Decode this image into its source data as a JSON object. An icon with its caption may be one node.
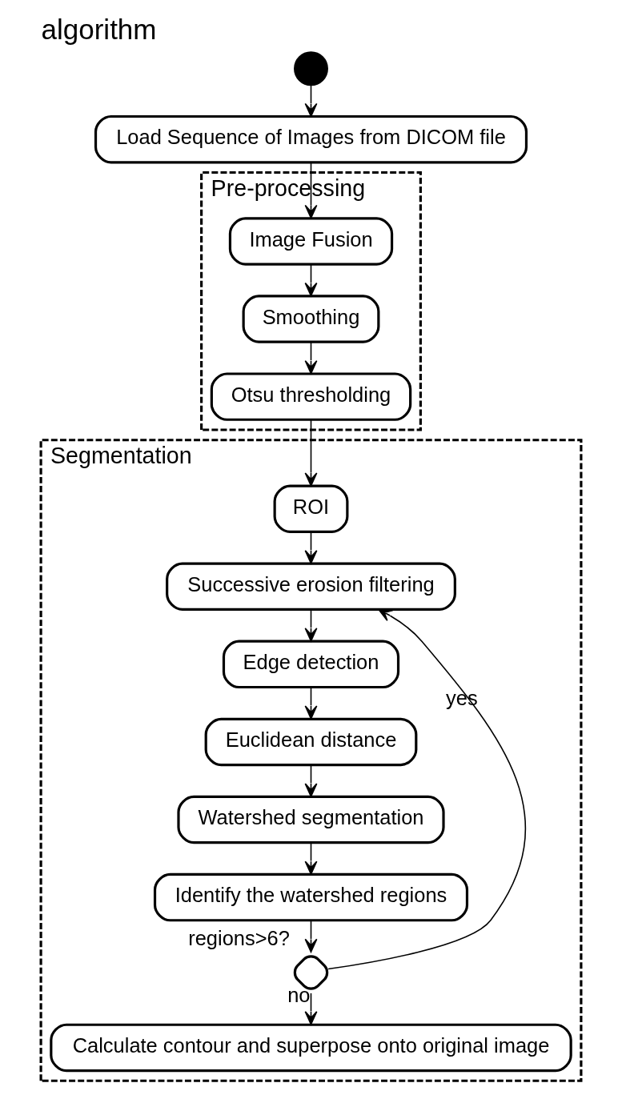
{
  "diagram": {
    "title": "algorithm",
    "nodes": [
      {
        "text": [],
        "shape": "circle"
      },
      {
        "text": [
          "Load Sequence of Images from DICOM file"
        ]
      },
      {
        "text": [
          "Pre-processing"
        ]
      },
      {
        "text": [
          "Image Fusion"
        ],
        "in": 2
      },
      {
        "text": [
          "Smoothing"
        ],
        "in": 2
      },
      {
        "text": [
          "Otsu thresholding"
        ],
        "in": 2
      },
      {
        "text": [
          "Segmentation"
        ]
      },
      {
        "text": [
          "ROI"
        ],
        "in": 6
      },
      {
        "text": [
          "Successive erosion filtering"
        ],
        "in": 6
      },
      {
        "text": [
          "Edge detection"
        ],
        "in": 6
      },
      {
        "text": [
          "Euclidean distance"
        ],
        "in": 6
      },
      {
        "text": [
          "Watershed segmentation"
        ],
        "in": 6
      },
      {
        "text": [
          "Identify the watershed regions"
        ],
        "in": 6
      },
      {
        "text": [],
        "shape": "diamond",
        "in": 6,
        "beside": [
          "regions>6?"
        ]
      },
      {
        "text": [
          "Calculate contour and superpose onto original image"
        ],
        "in": 6
      }
    ],
    "edges": [
      {
        "from": 0,
        "to": 1,
        "arrow": "to"
      },
      {
        "from": 1,
        "to": 3,
        "arrow": "to"
      },
      {
        "from": 3,
        "to": 4,
        "arrow": "to"
      },
      {
        "from": 4,
        "to": 5,
        "arrow": "to"
      },
      {
        "from": 5,
        "to": 7,
        "arrow": "to"
      },
      {
        "from": 7,
        "to": 8,
        "arrow": "to"
      },
      {
        "from": 8,
        "to": 9,
        "arrow": "to"
      },
      {
        "from": 9,
        "to": 10,
        "arrow": "to"
      },
      {
        "from": 10,
        "to": 11,
        "arrow": "to"
      },
      {
        "from": 11,
        "to": 12,
        "arrow": "to"
      },
      {
        "from": 12,
        "to": 13,
        "arrow": "to"
      },
      {
        "from": 13,
        "to": 8,
        "arrow": "to",
        "label": "yes"
      },
      {
        "from": 13,
        "to": 14,
        "arrow": "to",
        "label": "no"
      }
    ]
  }
}
